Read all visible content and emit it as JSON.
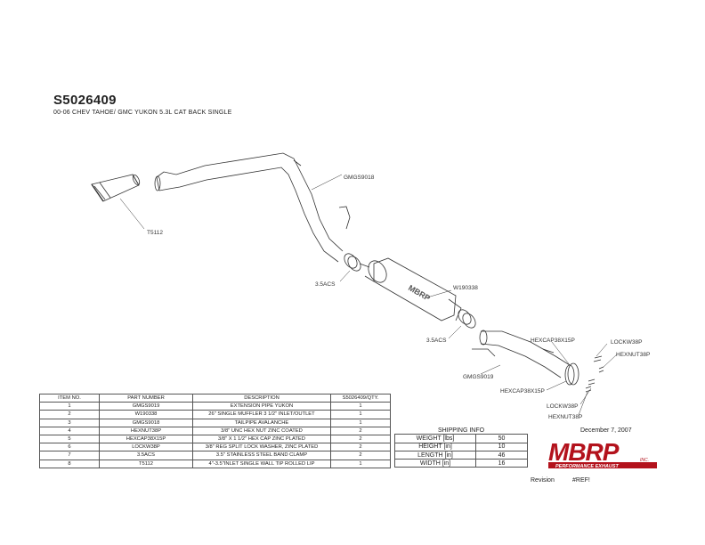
{
  "header": {
    "part_number": "S5026409",
    "subtitle": "00-06 CHEV TAHOE/ GMC YUKON 5.3L CAT BACK SINGLE"
  },
  "callouts": {
    "t5112": "T5112",
    "gmgs9018": "GMGS9018",
    "acs_1": "3.5ACS",
    "w190338": "W190338",
    "acs_2": "3.5ACS",
    "hexcap_1": "HEXCAP38X15P",
    "hexcap_2": "HEXCAP38X15P",
    "gmgs9019": "GMGS9019",
    "lockw_1": "LOCKW38P",
    "lockw_2": "LOCKW38P",
    "hexnut_1": "HEXNUT38P",
    "hexnut_2": "HEXNUT38P",
    "muffler_brand": "MBRP"
  },
  "bom": {
    "headers": [
      "ITEM NO.",
      "PART NUMBER",
      "DESCRIPTION",
      "S5026409/QTY."
    ],
    "rows": [
      [
        "1",
        "GMGS9019",
        "EXTENSION PIPE YUKON",
        "1"
      ],
      [
        "2",
        "W190338",
        "26\" SINGLE MUFFLER 3 1/2\" INLET/OUTLET",
        "1"
      ],
      [
        "3",
        "GMGS9018",
        "TAILPIPE AVALANCHE",
        "1"
      ],
      [
        "4",
        "HEXNUT38P",
        "3/8\" UNC HEX NUT ZINC COATED",
        "2"
      ],
      [
        "5",
        "HEXCAP38X15P",
        "3/8\" X 1 1/2\" HEX CAP ZINC PLATED",
        "2"
      ],
      [
        "6",
        "LOCKW38P",
        "3/8\" REG SPLIT LOCK WASHER, ZINC PLATED",
        "2"
      ],
      [
        "7",
        "3.5ACS",
        "3.5\" STAINLESS STEEL BAND CLAMP",
        "2"
      ],
      [
        "8",
        "T5112",
        "4\"-3.5\"INLET SINGLE WALL TIP ROLLED LIP",
        "1"
      ]
    ]
  },
  "shipping": {
    "title": "SHIPPING INFO",
    "rows": [
      {
        "label": "WEIGHT [lbs]",
        "value": "50"
      },
      {
        "label": "HEIGHT [in]",
        "value": "10"
      },
      {
        "label": "LENGTH [in]",
        "value": "46"
      },
      {
        "label": "WIDTH [in]",
        "value": "16"
      }
    ]
  },
  "footer": {
    "date": "December 7, 2007",
    "logo_text": "MBRP",
    "logo_sub": "INC.",
    "logo_tagline": "PERFORMANCE EXHAUST",
    "revision_label": "Revision",
    "revision_value": "#REF!"
  },
  "colors": {
    "logo_red": "#b3121c",
    "line": "#333333"
  }
}
